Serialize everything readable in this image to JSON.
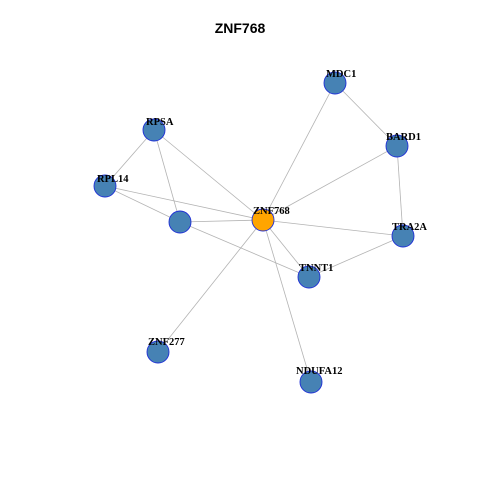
{
  "graph": {
    "title": "ZNF768",
    "colors": {
      "edge": "#b3b3b3",
      "node_fill": "#4682b4",
      "center_fill": "#ffa500",
      "node_stroke": "#1f2fd6"
    },
    "nodes": [
      {
        "id": "ZNF768",
        "label": "ZNF768",
        "center": true
      },
      {
        "id": "MDC1",
        "label": "MDC1"
      },
      {
        "id": "BARD1",
        "label": "BARD1"
      },
      {
        "id": "RPSA",
        "label": "RPSA"
      },
      {
        "id": "RPL14",
        "label": "RPL14"
      },
      {
        "id": "UNLABELED",
        "label": ""
      },
      {
        "id": "TRA2A",
        "label": "TRA2A"
      },
      {
        "id": "TNNT1",
        "label": "TNNT1"
      },
      {
        "id": "ZNF277",
        "label": "ZNF277"
      },
      {
        "id": "NDUFA12",
        "label": "NDUFA12"
      }
    ],
    "edges": [
      [
        "MDC1",
        "BARD1"
      ],
      [
        "MDC1",
        "ZNF768"
      ],
      [
        "BARD1",
        "ZNF768"
      ],
      [
        "BARD1",
        "TRA2A"
      ],
      [
        "RPSA",
        "RPL14"
      ],
      [
        "RPSA",
        "ZNF768"
      ],
      [
        "RPSA",
        "UNLABELED"
      ],
      [
        "RPL14",
        "ZNF768"
      ],
      [
        "RPL14",
        "UNLABELED"
      ],
      [
        "UNLABELED",
        "ZNF768"
      ],
      [
        "UNLABELED",
        "TNNT1"
      ],
      [
        "ZNF768",
        "TRA2A"
      ],
      [
        "ZNF768",
        "TNNT1"
      ],
      [
        "ZNF768",
        "ZNF277"
      ],
      [
        "ZNF768",
        "NDUFA12"
      ],
      [
        "TNNT1",
        "TRA2A"
      ]
    ]
  }
}
